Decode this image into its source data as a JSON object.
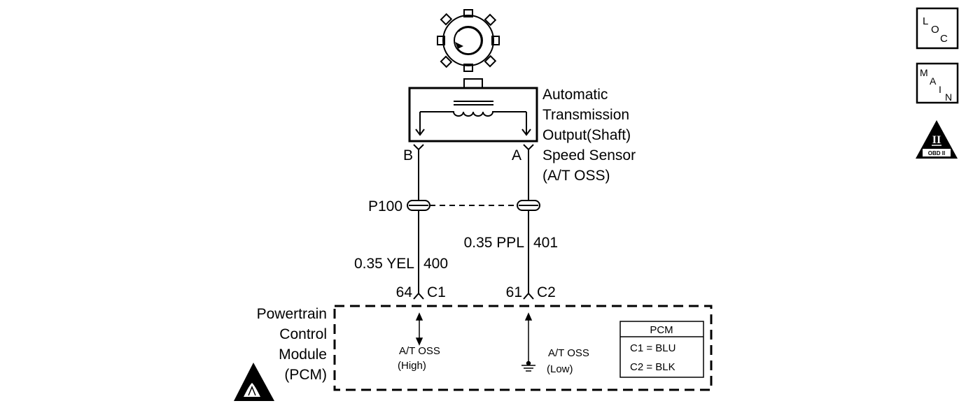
{
  "sensor": {
    "name_lines": [
      "Automatic",
      "Transmission",
      "Output(Shaft)",
      "Speed Sensor",
      "(A/T OSS)"
    ],
    "pin_b": "B",
    "pin_a": "A"
  },
  "splice": {
    "label": "P100"
  },
  "wires": {
    "left_gauge_color": "0.35 YEL",
    "left_circuit": "400",
    "right_gauge_color": "0.35 PPL",
    "right_circuit": "401"
  },
  "pcm_connectors": {
    "left_pin": "64",
    "left_conn": "C1",
    "right_pin": "61",
    "right_conn": "C2"
  },
  "pcm": {
    "name_lines": [
      "Powertrain",
      "Control",
      "Module",
      "(PCM)"
    ],
    "high_signal_lines": [
      "A/T OSS",
      "(High)"
    ],
    "low_signal_lines": [
      "A/T OSS",
      "(Low)"
    ],
    "legend_title": "PCM",
    "legend_rows": [
      "C1 = BLU",
      "C2 = BLK"
    ]
  },
  "side_icons": {
    "loc": [
      "L",
      "O",
      "C"
    ],
    "main": [
      "M",
      "A",
      "I",
      "N"
    ],
    "obd_symbol": "II",
    "obd_label": "OBD II"
  }
}
